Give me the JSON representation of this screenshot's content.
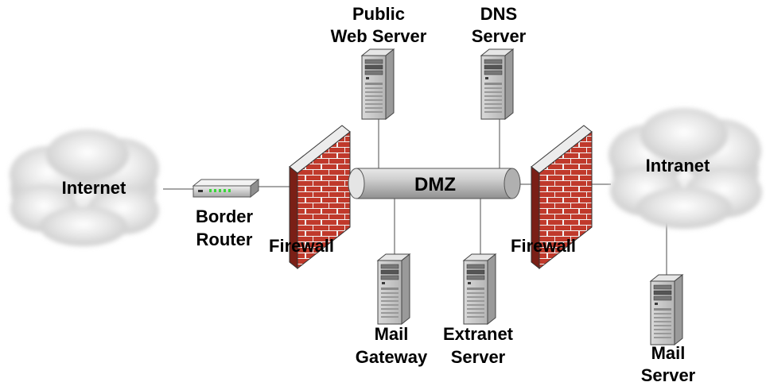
{
  "nodes": {
    "internet": {
      "label": "Internet"
    },
    "intranet": {
      "label": "Intranet"
    },
    "border_router": {
      "label_line1": "Border",
      "label_line2": "Router"
    },
    "firewall_left": {
      "label": "Firewall"
    },
    "firewall_right": {
      "label": "Firewall"
    },
    "dmz": {
      "label": "DMZ"
    },
    "public_web_server": {
      "label_line1": "Public",
      "label_line2": "Web Server"
    },
    "dns_server": {
      "label_line1": "DNS",
      "label_line2": "Server"
    },
    "mail_gateway": {
      "label_line1": "Mail",
      "label_line2": "Gateway"
    },
    "extranet_server": {
      "label_line1": "Extranet",
      "label_line2": "Server"
    },
    "mail_server": {
      "label_line1": "Mail",
      "label_line2": "Server"
    }
  },
  "colors": {
    "brick": "#c0392b",
    "mortar": "#f2f2f2",
    "cloud": "#e6e6e6",
    "server_body": "#c8c8c8",
    "pipe": "#bdbdbd",
    "router_led": "#3cd53c",
    "link": "#888888"
  },
  "icons": [
    "cloud-icon",
    "router-icon",
    "firewall-icon",
    "server-icon",
    "pipe-icon"
  ]
}
